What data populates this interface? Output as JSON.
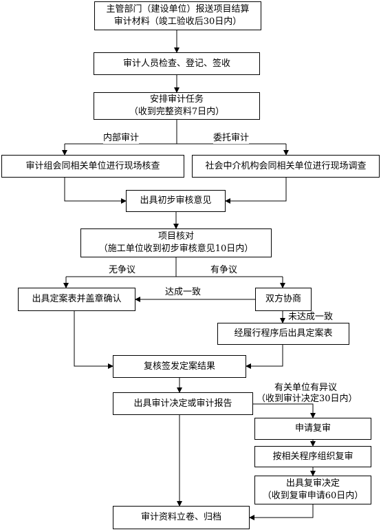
{
  "nodes": {
    "n1": {
      "line1": "主管部门（建设单位）报送项目结算",
      "line2": "审计材料（竣工验收后30日内）"
    },
    "n2": {
      "line1": "审计人员检查、登记、签收"
    },
    "n3": {
      "line1": "安排审计任务",
      "line2": "（收到完整资料7日内）"
    },
    "n4": {
      "line1": "审计组会同相关单位进行现场核查"
    },
    "n5": {
      "line1": "社会中介机构会同相关单位进行现场调查"
    },
    "n6": {
      "line1": "出具初步审核意见"
    },
    "n7": {
      "line1": "项目核对",
      "line2": "（施工单位收到初步审核意见10日内）"
    },
    "n8": {
      "line1": "出具定案表并盖章确认"
    },
    "n9": {
      "line1": "双方协商"
    },
    "n10": {
      "line1": "经履行程序后出具定案表"
    },
    "n11": {
      "line1": "复核签发定案结果"
    },
    "n12": {
      "line1": "出具审计决定或审计报告"
    },
    "n13": {
      "line1": "申请复审"
    },
    "n14": {
      "line1": "按相关程序组织复审"
    },
    "n15": {
      "line1": "出具复审决定",
      "line2": "（收到复审申请60日内）"
    },
    "n16": {
      "line1": "审计资料立卷、归档"
    }
  },
  "edge_labels": {
    "internal": "内部审计",
    "entrusted": "委托审计",
    "no_dispute": "无争议",
    "dispute": "有争议",
    "agreed": "达成一致",
    "not_agreed": "未达成一致",
    "objection_line1": "有关单位有异议",
    "objection_line2": "（收到审计决定30日内）"
  }
}
